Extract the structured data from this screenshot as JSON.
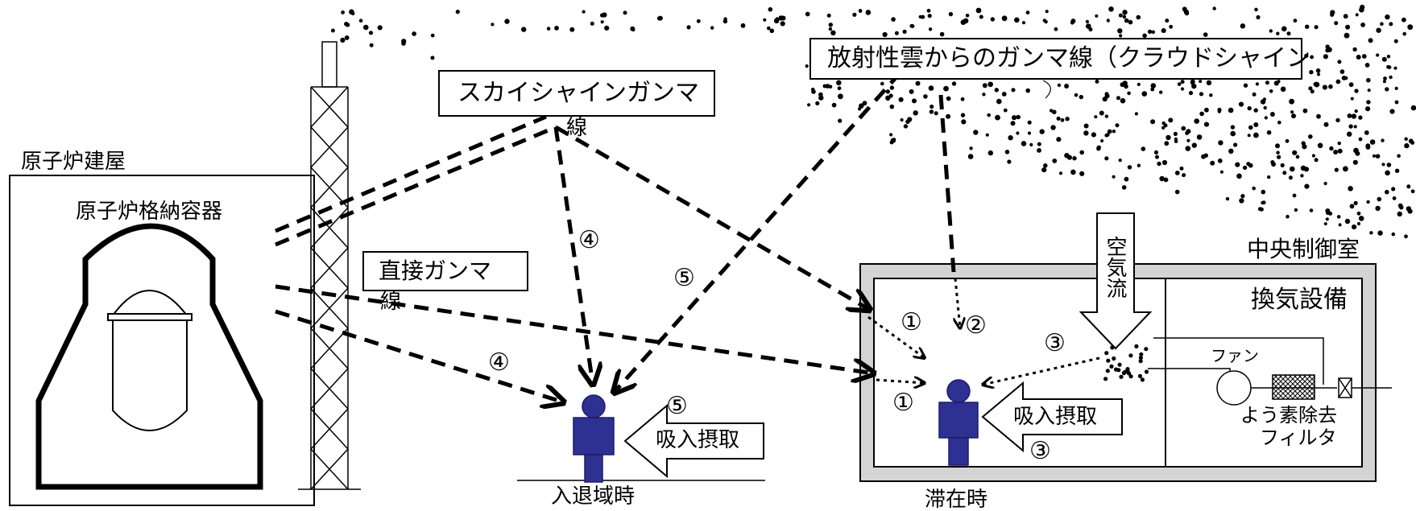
{
  "labels": {
    "reactor_building": "原子炉建屋",
    "containment": "原子炉格納容器",
    "skyshine_line1": "スカイシャインガンマ",
    "skyshine_line2": "線",
    "cloudshine": "放射性雲からのガンマ線（クラウドシャイン",
    "direct_line1": "直接ガンマ",
    "direct_line2": "線",
    "central_control_room": "中央制御室",
    "ventilation": "換気設備",
    "airflow": "空気流",
    "fan": "ファン",
    "iodine_filter_line1": "よう素除去",
    "iodine_filter_line2": "フィルタ",
    "inhalation_outdoor": "吸入摂取",
    "inhalation_room": "吸入摂取",
    "entry_exit": "入退域時",
    "stay": "滞在時"
  },
  "markers": {
    "m1": "①",
    "m2": "②",
    "m3": "③",
    "m4": "④",
    "m5": "⑤"
  },
  "colors": {
    "person": "#2e3192",
    "room_wall": "#d4d4d4",
    "line": "#000000"
  }
}
